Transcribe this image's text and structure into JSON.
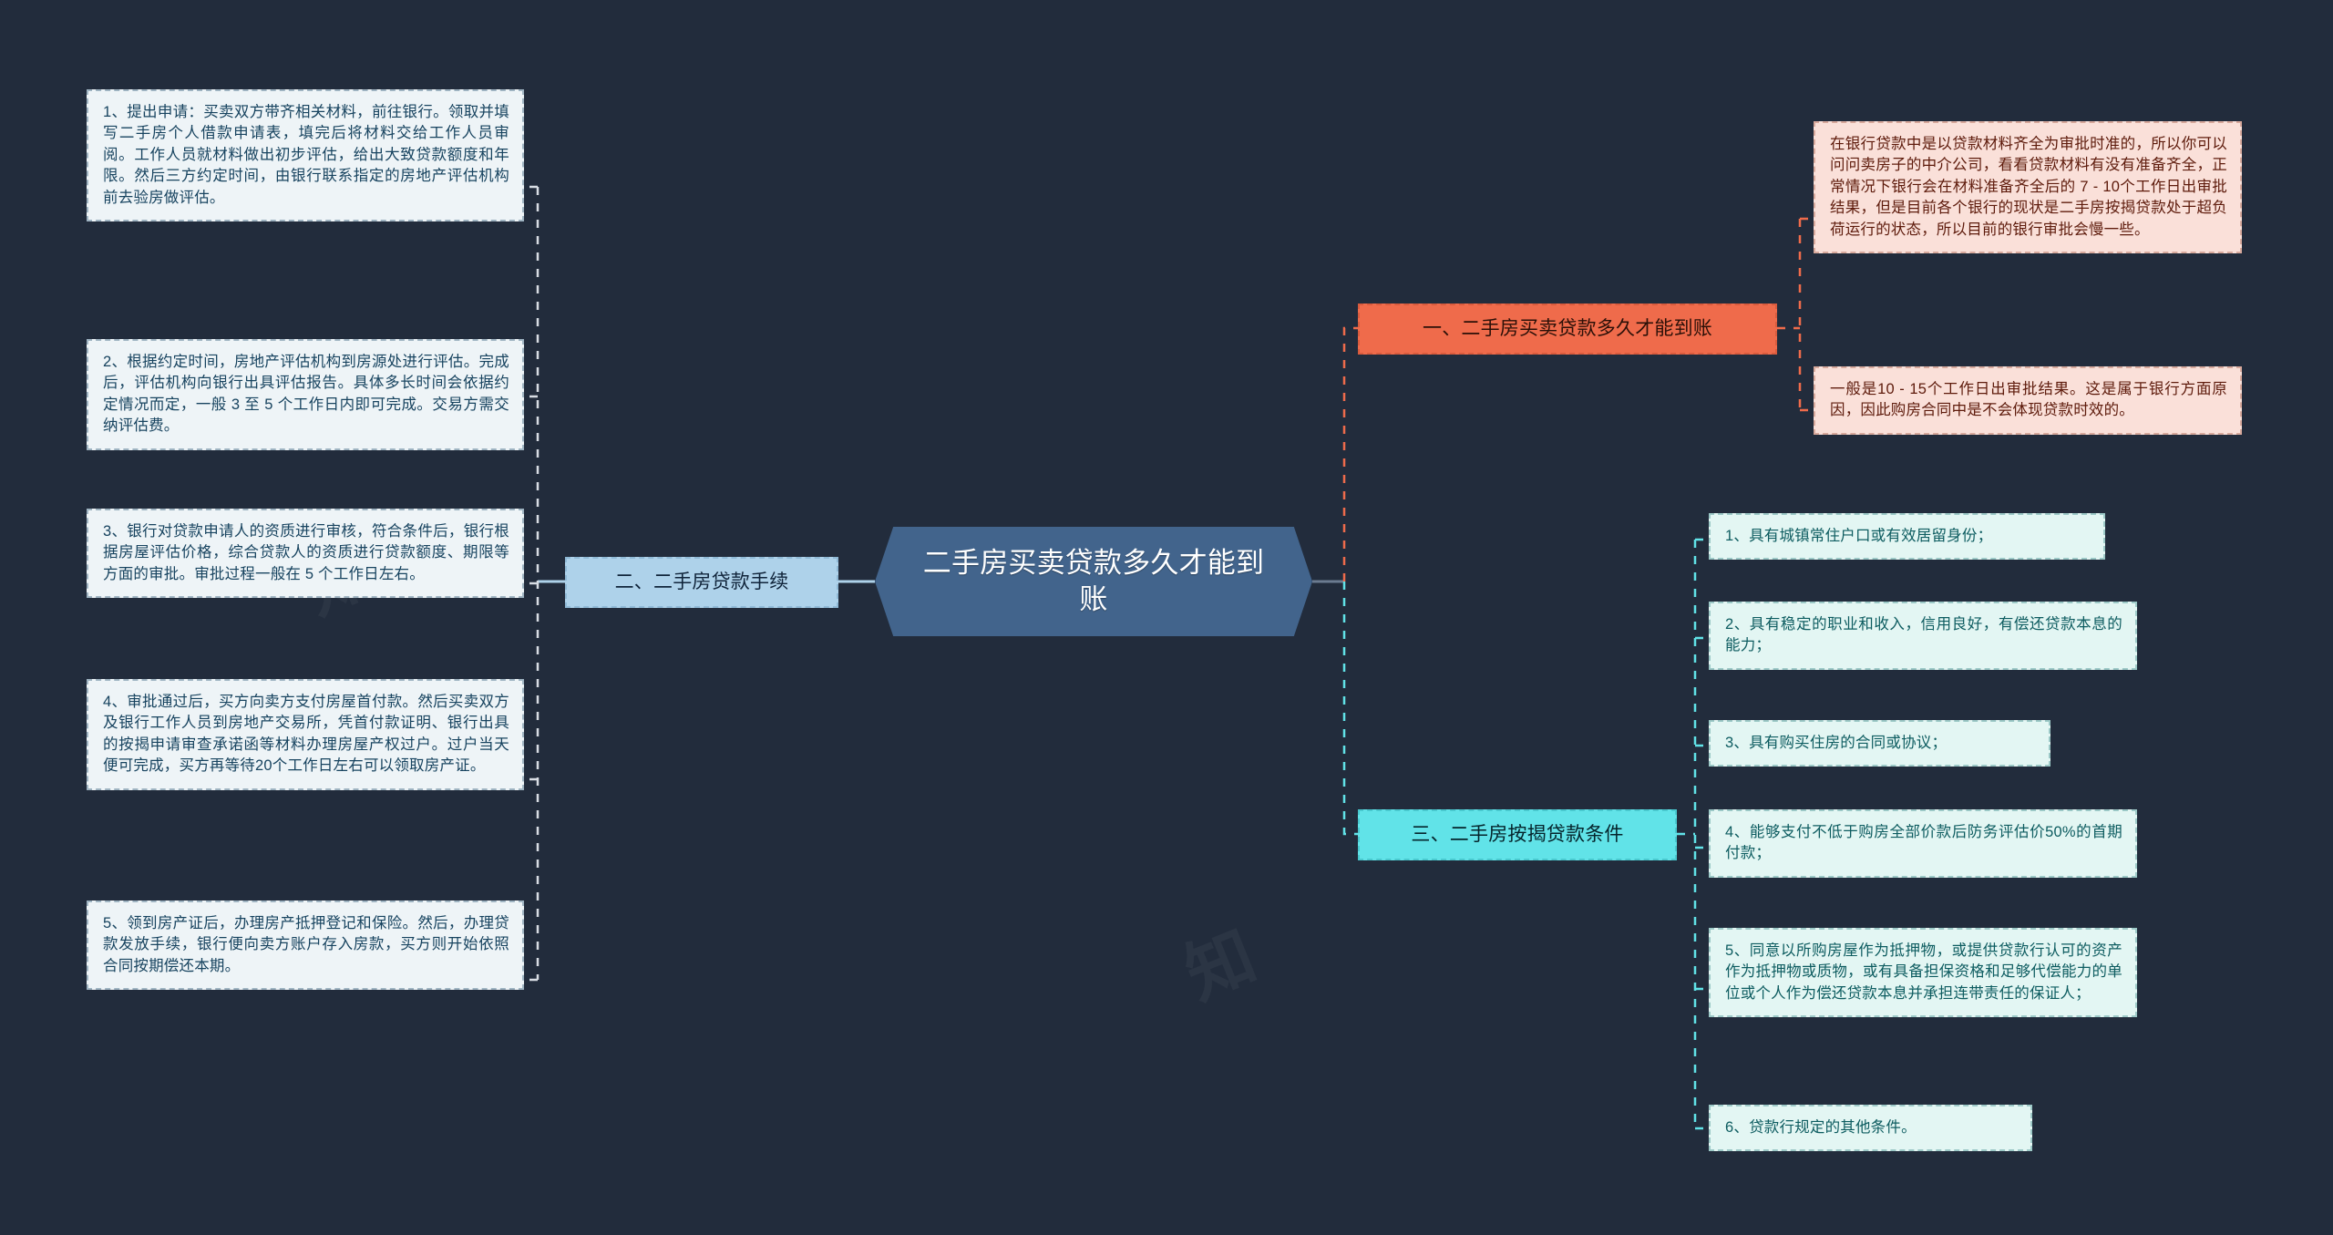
{
  "root": {
    "label": "二手房买卖贷款多久才能到账",
    "color": "#42648c"
  },
  "branches": [
    {
      "id": "branch-1",
      "label": "一、二手房买卖贷款多久才能到账",
      "color": "#ef6b4b",
      "side": "right",
      "children": [
        "在银行贷款中是以贷款材料齐全为审批时准的，所以你可以问问卖房子的中介公司，看看贷款材料有没有准备齐全，正常情况下银行会在材料准备齐全后的 7 - 10个工作日出审批结果，但是目前各个银行的现状是二手房按揭贷款处于超负荷运行的状态，所以目前的银行审批会慢一些。",
        "一般是10 - 15个工作日出审批结果。这是属于银行方面原因，因此购房合同中是不会体现贷款时效的。"
      ]
    },
    {
      "id": "branch-2",
      "label": "二、二手房贷款手续",
      "color": "#aed2ea",
      "side": "left",
      "children": [
        "1、提出申请：买卖双方带齐相关材料，前往银行。领取并填写二手房个人借款申请表，填完后将材料交给工作人员审阅。工作人员就材料做出初步评估，给出大致贷款额度和年限。然后三方约定时间，由银行联系指定的房地产评估机构前去验房做评估。",
        "2、根据约定时间，房地产评估机构到房源处进行评估。完成后，评估机构向银行出具评估报告。具体多长时间会依据约定情况而定，一般 3 至 5 个工作日内即可完成。交易方需交纳评估费。",
        "3、银行对贷款申请人的资质进行审核，符合条件后，银行根据房屋评估价格，综合贷款人的资质进行贷款额度、期限等方面的审批。审批过程一般在 5 个工作日左右。",
        "4、审批通过后，买方向卖方支付房屋首付款。然后买卖双方及银行工作人员到房地产交易所，凭首付款证明、银行出具的按揭申请审查承诺函等材料办理房屋产权过户。过户当天便可完成，买方再等待20个工作日左右可以领取房产证。",
        "5、领到房产证后，办理房产抵押登记和保险。然后，办理贷款发放手续，银行便向卖方账户存入房款，买方则开始依照合同按期偿还本期。"
      ]
    },
    {
      "id": "branch-3",
      "label": "三、二手房按揭贷款条件",
      "color": "#61e3e8",
      "side": "right",
      "children": [
        "1、具有城镇常住户口或有效居留身份；",
        "2、具有稳定的职业和收入，信用良好，有偿还贷款本息的能力；",
        "3、具有购买住房的合同或协议；",
        "4、能够支付不低于购房全部价款后防务评估价50%的首期付款；",
        "5、同意以所购房屋作为抵押物，或提供贷款行认可的资产作为抵押物或质物，或有具备担保资格和足够代偿能力的单位或个人作为偿还贷款本息并承担连带责任的保证人；",
        "6、贷款行规定的其他条件。"
      ]
    }
  ],
  "canvas": {
    "background": "#222c3c"
  }
}
